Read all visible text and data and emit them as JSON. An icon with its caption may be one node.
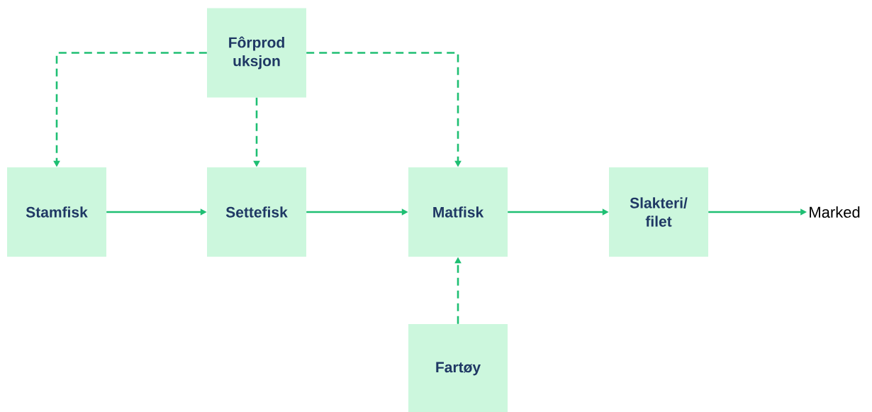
{
  "diagram": {
    "nodes": [
      {
        "text": [
          "Fôrprod uksjon"
        ]
      },
      {
        "text": [
          "Stamfisk"
        ]
      },
      {
        "text": [
          "Settefisk"
        ]
      },
      {
        "text": [
          "Matfisk"
        ]
      },
      {
        "text": [
          "Slakteri/ filet"
        ]
      },
      {
        "text": [
          "Marked"
        ]
      },
      {
        "text": [
          "Fartøy"
        ]
      }
    ],
    "edges": [
      {
        "from": 0,
        "to": 1,
        "arrow": "to",
        "style": "dashed"
      },
      {
        "from": 0,
        "to": 2,
        "arrow": "to",
        "style": "dashed"
      },
      {
        "from": 0,
        "to": 3,
        "arrow": "to",
        "style": "dashed"
      },
      {
        "from": 1,
        "to": 2,
        "arrow": "to"
      },
      {
        "from": 2,
        "to": 3,
        "arrow": "to"
      },
      {
        "from": 3,
        "to": 4,
        "arrow": "to"
      },
      {
        "from": 4,
        "to": 5,
        "arrow": "to"
      },
      {
        "from": 6,
        "to": 3,
        "arrow": "to",
        "style": "dashed"
      }
    ]
  }
}
